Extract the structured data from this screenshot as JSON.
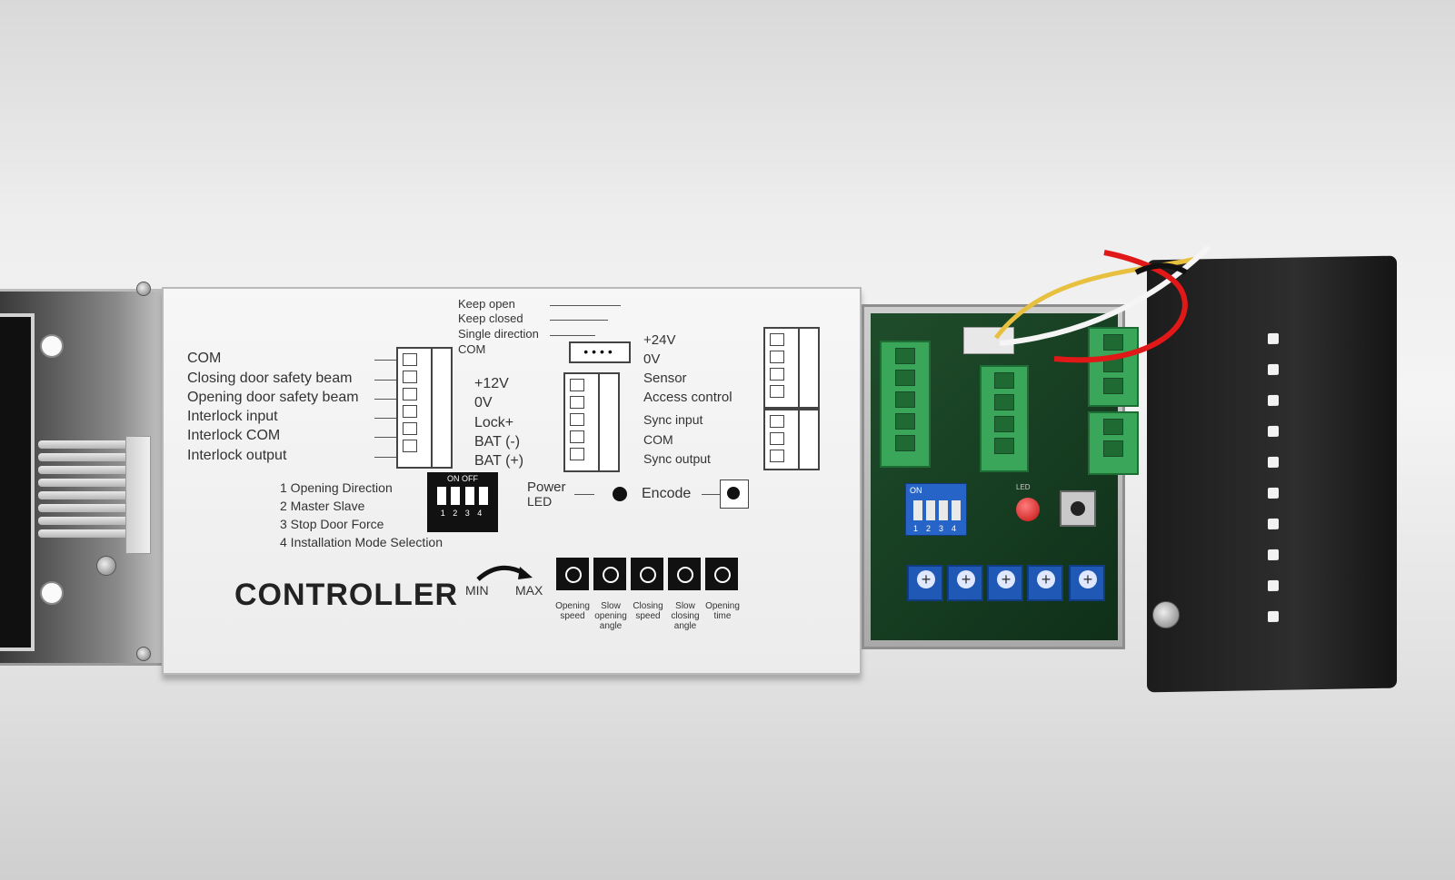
{
  "panel": {
    "title": "CONTROLLER",
    "left_block": [
      "COM",
      "Closing door safety beam",
      "Opening door safety beam",
      "Interlock input",
      "Interlock COM",
      "Interlock output"
    ],
    "mode_block": [
      "Keep open",
      "Keep closed",
      "Single direction",
      "COM"
    ],
    "power_block": [
      "+12V",
      "0V",
      "Lock+",
      "BAT (-)",
      "BAT (+)"
    ],
    "right_block": [
      "+24V",
      "0V",
      "Sensor",
      "Access control",
      "Sync input",
      "COM",
      "Sync output"
    ],
    "dip_functions": [
      "1 Opening Direction",
      "2 Master Slave",
      "3 Stop Door Force",
      "4 Installation Mode Selection"
    ],
    "dip_header": "ON OFF",
    "dip_numbers": "1 2 3 4",
    "power_led_label": "Power",
    "power_led_sub": "LED",
    "encode_label": "Encode",
    "min_label": "MIN",
    "max_label": "MAX",
    "pot_labels": [
      "Opening speed",
      "Slow opening angle",
      "Closing speed",
      "Slow closing angle",
      "Opening time"
    ]
  },
  "pcb": {
    "dip_label": "ON",
    "dip_numbers": [
      "1",
      "2",
      "3",
      "4"
    ],
    "led_label": "LED"
  },
  "colors": {
    "terminal_green": "#3aa65a",
    "pot_blue": "#1f59b5",
    "pcb_green": "#1f4d2b",
    "wire_red": "#e01818",
    "wire_yellow": "#e8c040",
    "wire_white": "#f5f5f5",
    "wire_black": "#111111"
  }
}
